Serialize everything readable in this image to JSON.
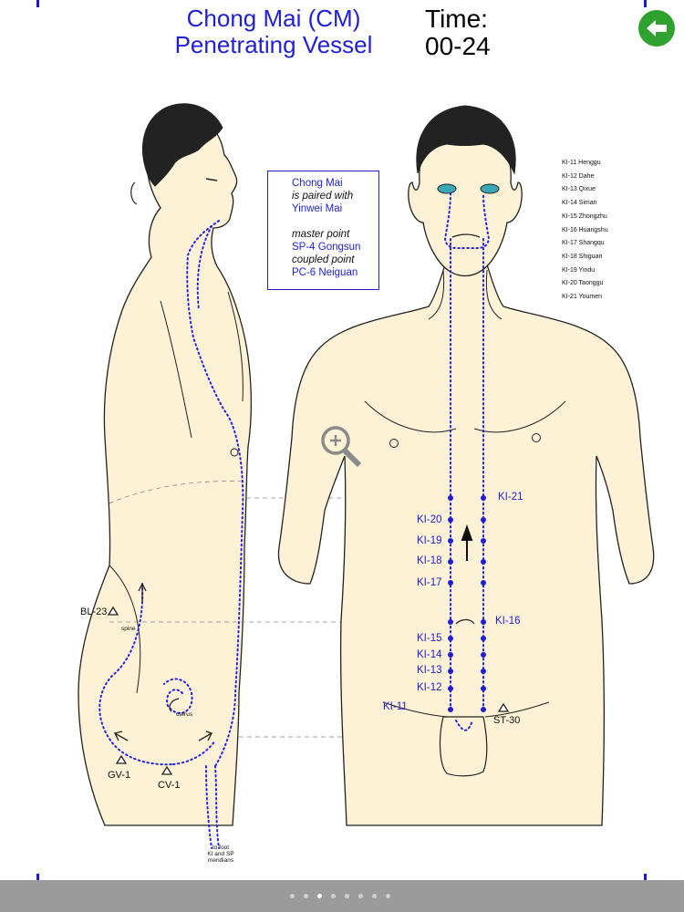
{
  "header": {
    "title_line1": "Chong Mai (CM)",
    "title_line2": "Penetrating Vessel",
    "time_label": "Time:",
    "time_value": "00-24"
  },
  "info_box": {
    "line1": "Chong Mai",
    "line2": "is paired with",
    "line3": "Yinwei Mai",
    "line4": "master point",
    "line5": "SP-4 Gongsun",
    "line6": "coupled point",
    "line7": "PC-6 Neiguan"
  },
  "point_list": [
    "KI-11 Henggu",
    "KI-12 Dahe",
    "KI-13 Qixue",
    "KI-14 Siman",
    "KI-15 Zhongzhu",
    "KI-16 Huangshu",
    "KI-17 Shangqu",
    "KI-18 Shiguan",
    "KI-19 Yindu",
    "KI-20 Taonggu",
    "KI-21 Youmen"
  ],
  "front_labels": {
    "ki21": "KI-21",
    "ki20": "KI-20",
    "ki19": "KI-19",
    "ki18": "KI-18",
    "ki17": "KI-17",
    "ki16": "KI-16",
    "ki15": "KI-15",
    "ki14": "KI-14",
    "ki13": "KI-13",
    "ki12": "KI-12",
    "ki11": "KI-11",
    "st30": "ST-30"
  },
  "side_labels": {
    "bl23": "BL-23",
    "spine": "spine",
    "uterus": "uterus",
    "gv1": "GV-1",
    "cv1": "CV-1",
    "foot_note_1": "to foot",
    "foot_note_2": "KI and SP",
    "foot_note_3": "meridians"
  },
  "colors": {
    "skin": "#fdf1d6",
    "channel": "#2222ee",
    "accent_green": "#2ea12e"
  },
  "icons": {
    "back": "arrow-left-icon",
    "zoom": "magnifier-icon"
  },
  "pagination": {
    "count": 8,
    "active_index": 2
  }
}
